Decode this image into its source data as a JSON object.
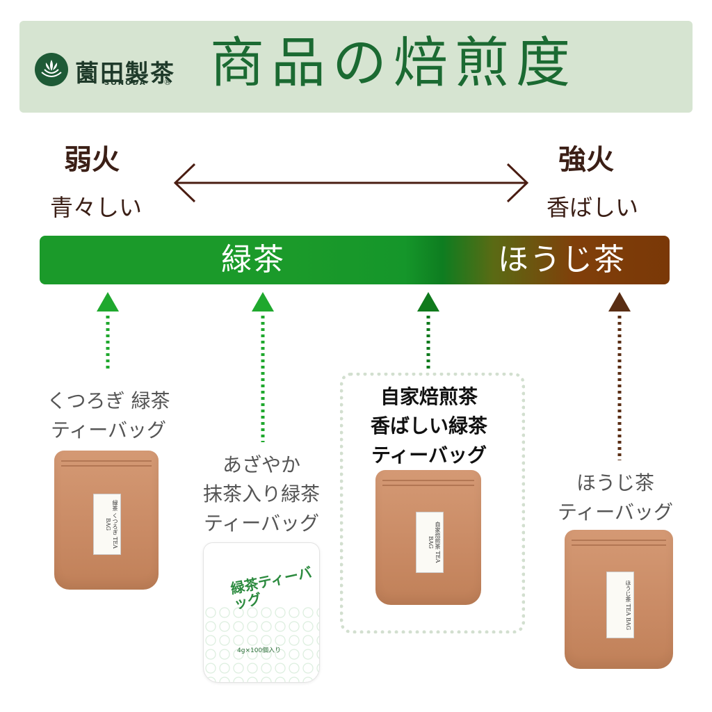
{
  "header": {
    "brand_name": "薗田製茶",
    "brand_sub": "SONODA",
    "brand_mark": "®",
    "title": "商品の焙煎度"
  },
  "scale": {
    "left_heat": "弱火",
    "left_desc": "青々しい",
    "right_heat": "強火",
    "right_desc": "香ばしい"
  },
  "bar": {
    "left_label": "緑茶",
    "right_label": "ほうじ茶"
  },
  "products": [
    {
      "line1": "くつろぎ 緑茶",
      "line2": "ティーバッグ",
      "bag_text": "緑茶 くつろぎ TEA BAG",
      "color": "#1fa82e"
    },
    {
      "line1": "あざやか",
      "line2": "抹茶入り緑茶",
      "line3": "ティーバッグ",
      "bag_text": "緑茶ティーバッグ",
      "bag_foot": "4g×100個入り",
      "color": "#1fa82e"
    },
    {
      "line1": "自家焙煎茶",
      "line2": "香ばしい緑茶",
      "line3": "ティーバッグ",
      "bag_text": "自家焙煎茶 TEA BAG",
      "color": "#0f7a1c"
    },
    {
      "line1": "ほうじ茶",
      "line2": "ティーバッグ",
      "bag_text": "ほうじ茶 TEA BAG",
      "color": "#5a2e14"
    }
  ],
  "colors": {
    "header_bg": "#d6e4d1",
    "title": "#1b6a32",
    "arrow_main": "#4a1d12",
    "green_light": "#1fa82e",
    "green_dark": "#0f7a1c",
    "brown": "#5a2e14"
  }
}
